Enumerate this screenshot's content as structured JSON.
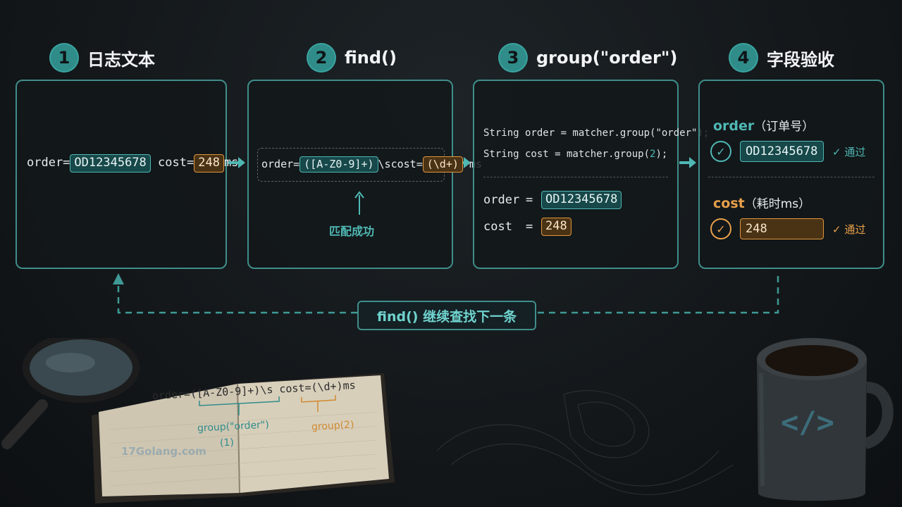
{
  "steps": [
    {
      "num": "1",
      "title": "日志文本"
    },
    {
      "num": "2",
      "title": "find()"
    },
    {
      "num": "3",
      "title": "group(\"order\")"
    },
    {
      "num": "4",
      "title": "字段验收"
    }
  ],
  "panel1": {
    "order_prefix": "order=",
    "order_value": "OD12345678",
    "cost_prefix": "cost=",
    "cost_value": "248",
    "cost_suffix": "ms"
  },
  "panel2": {
    "regex_prefix": "order=",
    "group1": "([A-Z0-9]+)",
    "middle": "\\scost=",
    "group2": "(\\d+)",
    "suffix": "ms",
    "match_label": "匹配成功"
  },
  "panel3": {
    "code_line1_a": "String order = matcher.group(",
    "code_line1_b": "\"order\"",
    "code_line1_c": ");",
    "code_line2_a": "String cost  = matcher.group(",
    "code_line2_b": "2",
    "code_line2_c": ");",
    "order_key": "order",
    "order_eq": "=",
    "order_value": "OD12345678",
    "cost_key": "cost",
    "cost_eq": "=",
    "cost_value": "248"
  },
  "panel4": {
    "order_label": "order",
    "order_sub": "（订单号）",
    "order_value": "OD12345678",
    "order_pass": "✓ 通过",
    "cost_label": "cost",
    "cost_sub": "（耗时ms）",
    "cost_value": "248",
    "cost_pass": "✓ 通过"
  },
  "loop_label": "find() 继续查找下一条",
  "notebook": {
    "regex_line": "order=([A-Z0-9]+)\\s cost=(\\d+)ms",
    "note_group_order": "group(\"order\")",
    "note_group_order_num": "(1)",
    "note_group_2": "group(2)"
  },
  "watermark": "17Golang.com",
  "mug_symbol": "</>",
  "colors": {
    "accent_teal": "#4fb8b4",
    "accent_amber": "#e8a04a",
    "panel_border": "#3f8e8a"
  }
}
